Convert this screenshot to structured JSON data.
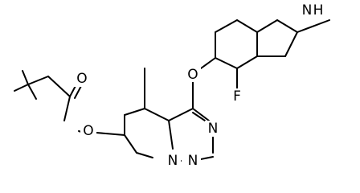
{
  "structure": {
    "atoms": [
      {
        "id": "nh",
        "text": "H",
        "label_name": "nh-hydrogen-label"
      },
      {
        "id": "n1",
        "text": "N",
        "label_name": "indole-nitrogen-label"
      },
      {
        "id": "o_ether",
        "text": "O",
        "label_name": "ether-oxygen-label"
      },
      {
        "id": "o_carbonyl",
        "text": "O",
        "label_name": "carbonyl-oxygen-label"
      },
      {
        "id": "f",
        "text": "F",
        "label_name": "fluorine-label"
      },
      {
        "id": "o_ester",
        "text": "O",
        "label_name": "ester-oxygen-label"
      },
      {
        "id": "n_tri1",
        "text": "N",
        "label_name": "triazine-nitrogen-label"
      },
      {
        "id": "n_bridge",
        "text": "N",
        "label_name": "bridgehead-nitrogen-label"
      },
      {
        "id": "n_tri2",
        "text": "N",
        "label_name": "triazine-nitrogen-2-label"
      }
    ]
  }
}
